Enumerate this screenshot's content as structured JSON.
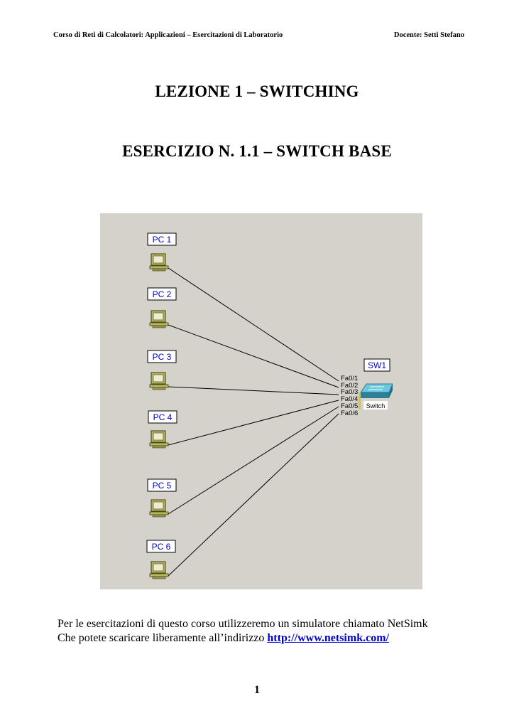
{
  "header": {
    "left": "Corso di Reti di Calcolatori: Applicazioni – Esercitazioni di Laboratorio",
    "right": "Docente: Setti  Stefano"
  },
  "titles": {
    "lesson": "LEZIONE 1 – SWITCHING",
    "exercise": "ESERCIZIO N. 1.1 – SWITCH BASE"
  },
  "diagram": {
    "pcs": [
      {
        "label": "PC 1",
        "port": "Fa0/1"
      },
      {
        "label": "PC 2",
        "port": "Fa0/2"
      },
      {
        "label": "PC 3",
        "port": "Fa0/3"
      },
      {
        "label": "PC 4",
        "port": "Fa0/4"
      },
      {
        "label": "PC 5",
        "port": "Fa0/5"
      },
      {
        "label": "PC 6",
        "port": "Fa0/6"
      }
    ],
    "switch_label": "SW1",
    "switch_icon_text": "Switch",
    "colors": {
      "background": "#d5d2cc",
      "label_text": "#0000cc",
      "pc_body": "#b8b860",
      "switch_body": "#3fa0b8"
    }
  },
  "body": {
    "line1": "Per le esercitazioni di questo corso utilizzeremo un simulatore chiamato NetSimk",
    "line2_prefix": "Che potete scaricare liberamente all’indirizzo ",
    "link": "http://www.netsimk.com/"
  },
  "page_number": "1"
}
